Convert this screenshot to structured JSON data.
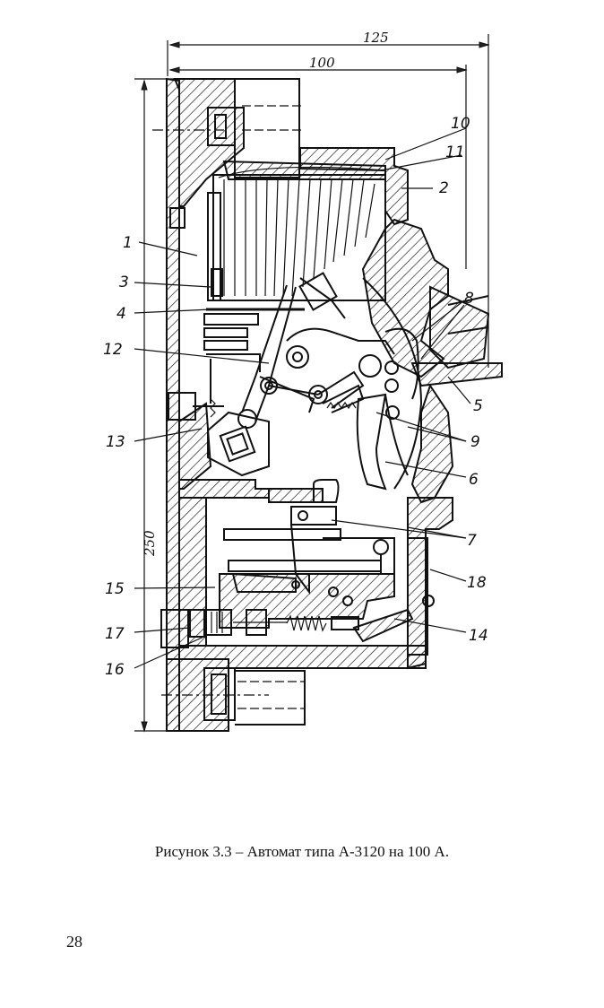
{
  "figure": {
    "dimensions": {
      "width_125": "125",
      "width_100": "100",
      "height_250": "250"
    },
    "callouts": [
      "1",
      "2",
      "3",
      "4",
      "5",
      "6",
      "7",
      "8",
      "9",
      "10",
      "11",
      "12",
      "13",
      "14",
      "15",
      "16",
      "17",
      "18"
    ]
  },
  "caption": "Рисунок 3.3 – Автомат типа А-3120 на 100 А.",
  "page_number": "28"
}
